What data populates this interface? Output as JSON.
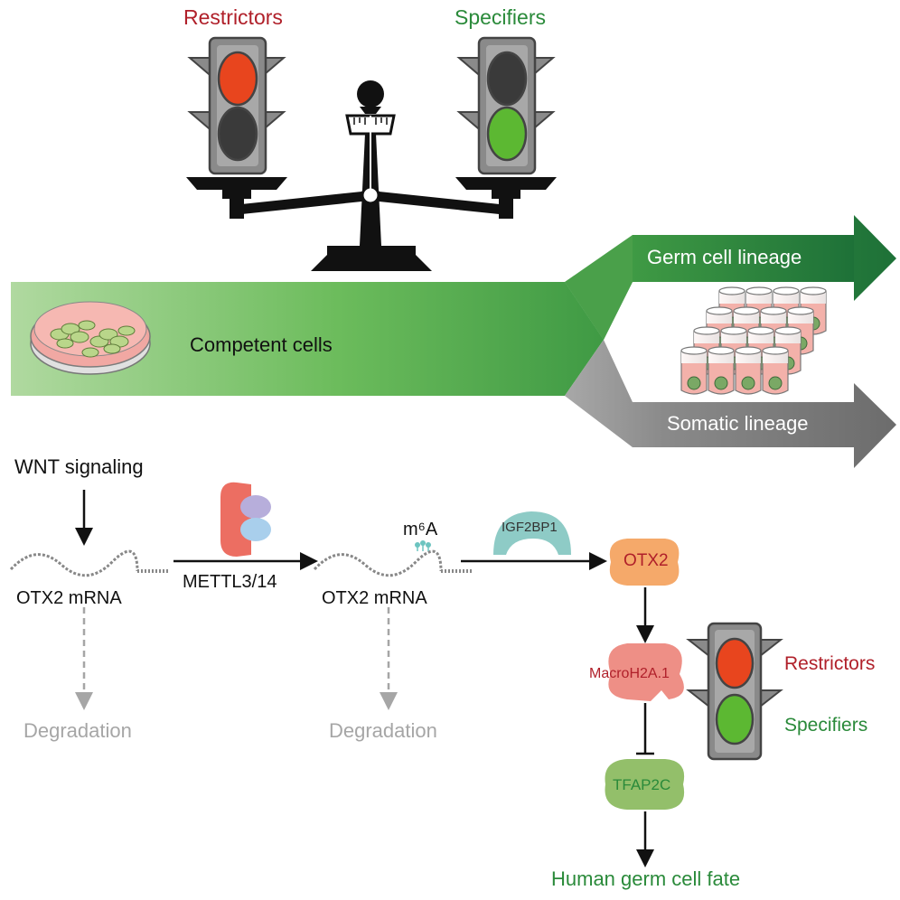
{
  "top": {
    "restrictors_label": "Restrictors",
    "specifiers_label": "Specifiers"
  },
  "lineage": {
    "competent_label": "Competent cells",
    "germ_label": "Germ cell lineage",
    "somatic_label": "Somatic lineage"
  },
  "pathway": {
    "wnt_label": "WNT signaling",
    "otx2_mrna_label_1": "OTX2 mRNA",
    "degradation_label_1": "Degradation",
    "mettl_label": "METTL3/14",
    "m6a_label": "m⁶A",
    "otx2_mrna_label_2": "OTX2 mRNA",
    "degradation_label_2": "Degradation",
    "igf2bp1_label": "IGF2BP1",
    "otx2_protein_label": "OTX2",
    "macroh2a_label": "MacroH2A.1",
    "tfap2c_label": "TFAP2C",
    "fate_label": "Human germ cell fate"
  },
  "legend": {
    "restrictors_label": "Restrictors",
    "specifiers_label": "Specifiers"
  },
  "colors": {
    "restrictor_red": "#b0202a",
    "specifier_green": "#2a8a3a",
    "light_red": "#e8451e",
    "light_green": "#5cb832",
    "germ_arrow": "#217a3a",
    "somatic_arrow": "#7a7a7a",
    "degradation_gray": "#a6a6a6",
    "otx2_orange": "#f5a96a",
    "macro_pink": "#ee8f86",
    "tfap2c_green": "#93bf6a",
    "igf2bp1_teal": "#8ecbc6"
  }
}
